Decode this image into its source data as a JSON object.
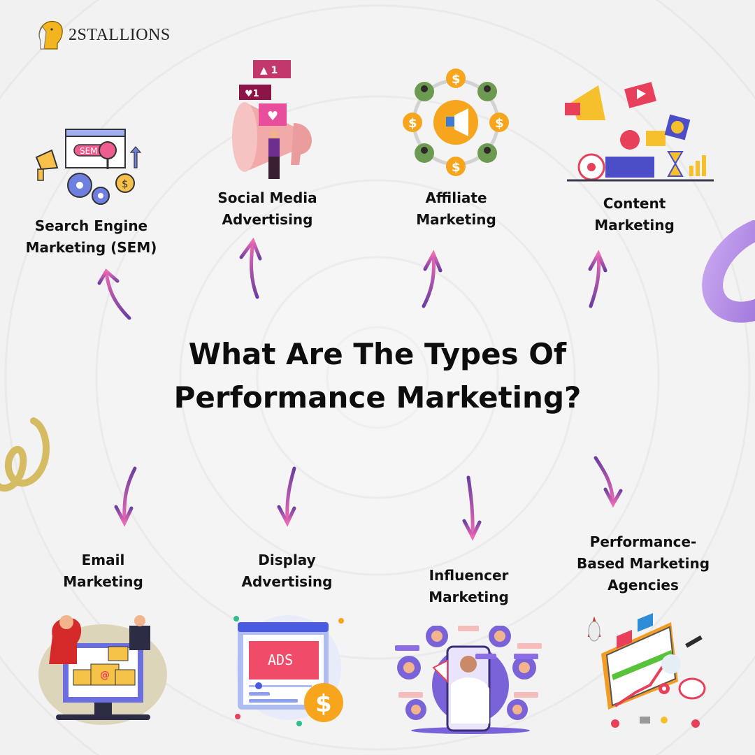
{
  "brand": {
    "name": "2Stallions",
    "display": "2STALLIONS",
    "logo_icon": "horse-head-icon"
  },
  "title": "What Are The Types Of\nPerformance Marketing?",
  "colors": {
    "arrow_pink": "#f06bb5",
    "arrow_purple": "#6a3ea1",
    "text": "#111111",
    "torus_purple": "#a77ee0",
    "spiral_gold": "#d9c06a"
  },
  "types_top": [
    {
      "label": "Search Engine\nMarketing (SEM)",
      "icon": "sem-illustration",
      "badge_text": "SEM"
    },
    {
      "label": "Social Media\nAdvertising",
      "icon": "social-media-illustration",
      "likes": "1",
      "hearts": "1"
    },
    {
      "label": "Affiliate\nMarketing",
      "icon": "affiliate-network-illustration",
      "currency_symbol": "$"
    },
    {
      "label": "Content\nMarketing",
      "icon": "content-marketing-illustration"
    }
  ],
  "types_bottom": [
    {
      "label": "Email\nMarketing",
      "icon": "email-marketing-illustration",
      "symbol": "@"
    },
    {
      "label": "Display\nAdvertising",
      "icon": "display-ads-illustration",
      "ad_text": "ADS",
      "currency_symbol": "$"
    },
    {
      "label": "Influencer\nMarketing",
      "icon": "influencer-illustration"
    },
    {
      "label": "Performance-\nBased Marketing\nAgencies",
      "icon": "agency-dashboard-illustration"
    }
  ]
}
